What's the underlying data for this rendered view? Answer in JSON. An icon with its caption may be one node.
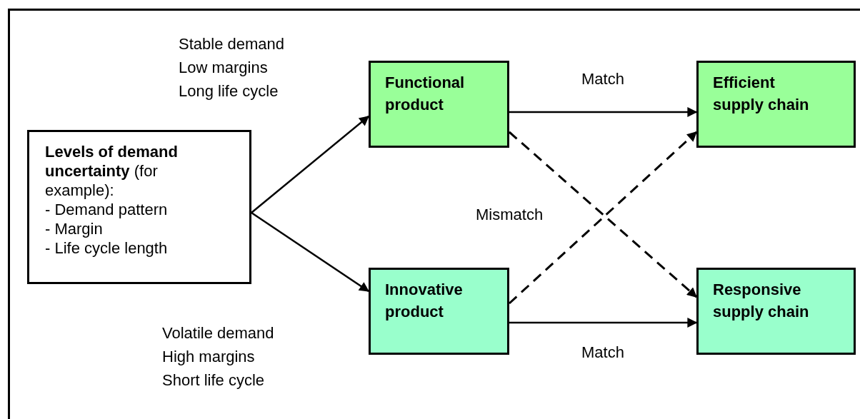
{
  "diagram": {
    "nodes": [
      {
        "text": [
          "**Levels of demand uncertainty** (for example):",
          "- Demand pattern",
          "- Margin",
          "- Life cycle length"
        ]
      },
      {
        "text": [
          "Functional product"
        ]
      },
      {
        "text": [
          "Efficient supply chain"
        ]
      },
      {
        "text": [
          "Innovative product"
        ]
      },
      {
        "text": [
          "Responsive supply chain"
        ]
      }
    ],
    "edges": [
      {
        "from": 0,
        "to": 1,
        "arrow": "to"
      },
      {
        "from": 0,
        "to": 3,
        "arrow": "to"
      },
      {
        "from": 1,
        "to": 2,
        "arrow": "to",
        "label": "Match"
      },
      {
        "from": 1,
        "to": 4,
        "arrow": "to",
        "style": "dashed"
      },
      {
        "from": 3,
        "to": 2,
        "arrow": "to",
        "style": "dashed"
      },
      {
        "from": 3,
        "to": 4,
        "arrow": "to",
        "label": "Match"
      }
    ],
    "labels": [
      "Stable demand",
      "Low margins",
      "Long life cycle",
      "Mismatch",
      "Volatile demand",
      "High margins",
      "Short life cycle"
    ]
  }
}
